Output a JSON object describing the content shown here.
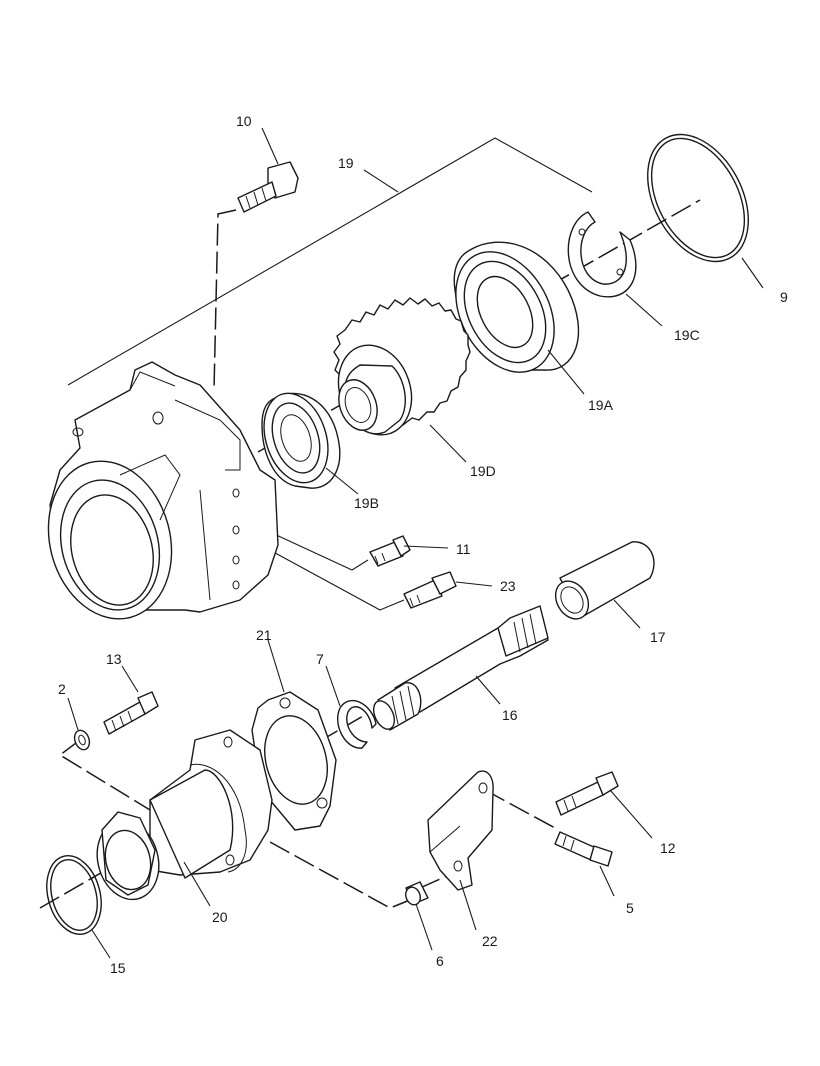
{
  "callouts": {
    "c10": "10",
    "c19": "19",
    "c9": "9",
    "c19C": "19C",
    "c19A": "19A",
    "c19D": "19D",
    "c19B": "19B",
    "c11": "11",
    "c23": "23",
    "c17": "17",
    "c21": "21",
    "c7": "7",
    "c16": "16",
    "c13": "13",
    "c2": "2",
    "c12": "12",
    "c5": "5",
    "c20": "20",
    "c22": "22",
    "c6": "6",
    "c15": "15"
  }
}
